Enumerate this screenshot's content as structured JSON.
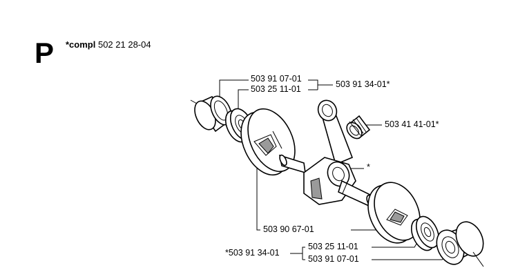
{
  "section": {
    "letter": "P",
    "compl_prefix": "*compl",
    "compl_number": "502 21 28-04"
  },
  "labels": {
    "left_bearing_outer": "503 91 07-01",
    "left_seal": "503 25 11-01",
    "left_kit": "503 91 34-01*",
    "needle_bearing": "503 41 41-01*",
    "conrod_star": "*",
    "crankshaft_half": "503 90 67-01",
    "right_seal": "503 25 11-01",
    "right_bearing": "503 91 07-01",
    "right_kit": "*503 91 34-01"
  }
}
